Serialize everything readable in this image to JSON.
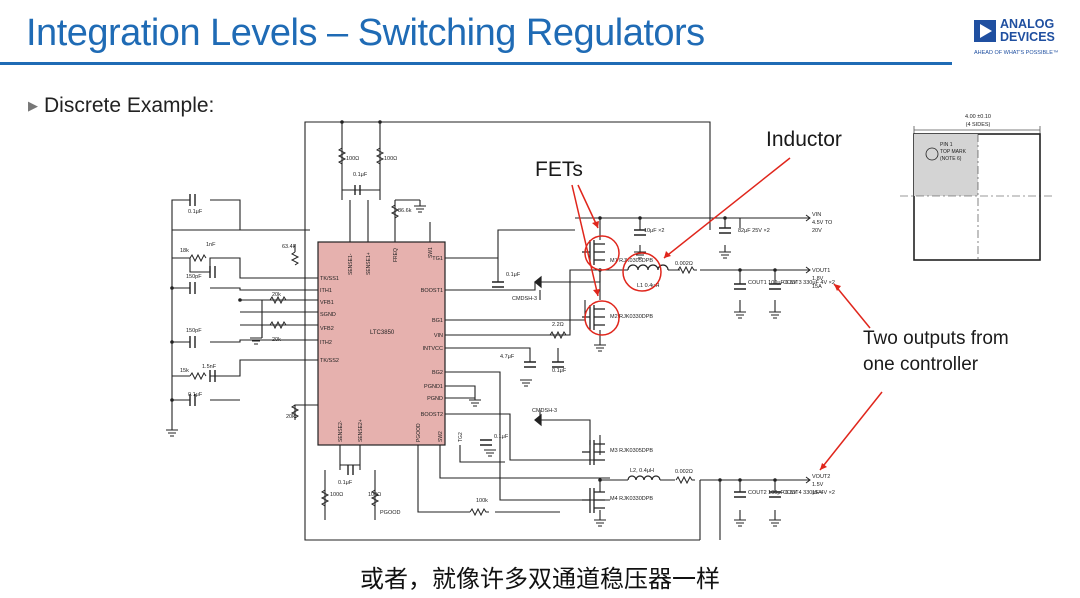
{
  "slide": {
    "title": "Integration Levels – Switching Regulators",
    "bullet": "Discrete Example:",
    "subtitle": "或者，就像许多双通道稳压器一样"
  },
  "logo": {
    "line1": "ANALOG",
    "line2": "DEVICES",
    "tagline": "AHEAD OF WHAT'S POSSIBLE™"
  },
  "callouts": {
    "fets": "FETs",
    "inductor": "Inductor",
    "outputs_line1": "Two outputs from",
    "outputs_line2": "one controller"
  },
  "colors": {
    "title": "#1f6bb5",
    "ic_fill": "#e6b1ae",
    "callout_red": "#e0261c",
    "wire": "#222222"
  },
  "schematic": {
    "ic_name": "LTC3850",
    "pins_left": [
      "TK/SS1",
      "ITH1",
      "VFB1",
      "SGND",
      "VFB2",
      "ITH2",
      "TK/SS2"
    ],
    "pins_right": [
      "TG1",
      "BOOST1",
      "BG1",
      "VIN",
      "INTVCC",
      "BG2",
      "PGND1",
      "PGND",
      "BOOST2"
    ],
    "pins_top": [
      "SENSE1-",
      "SENSE1+",
      "FREQ",
      "SW1"
    ],
    "pins_bottom": [
      "SENSE2-",
      "SENSE2+",
      "PGOOD",
      "SW2",
      "TG2"
    ],
    "passives": [
      "0.1μF",
      "18k",
      "1nF",
      "150pF",
      "20k",
      "150pF",
      "20k",
      "15k",
      "1.5nF",
      "0.1μF",
      "63.4k",
      "100Ω",
      "100Ω",
      "0.1μF",
      "86.6k",
      "0.1μF",
      "2.2Ω",
      "4.7μF",
      "0.1μF",
      "0.1μF",
      "100Ω",
      "100Ω",
      "100k",
      "20k",
      "0.1μF",
      "10μF ×2",
      "82μF 25V ×2",
      "COUT1 100μF 6.3V",
      "COUT3 330μF 4V ×2",
      "COUT2 100μF 6.3V",
      "COUT4 330μF 4V ×2"
    ],
    "diodes": [
      "CMDSH-3",
      "CMDSH-3"
    ],
    "fets": [
      "M1 RJK0305DPB",
      "M2 RJK0330DPB",
      "M3 RJK0305DPB",
      "M4 RJK0330DPB"
    ],
    "inductors": [
      "L1 0.4μH",
      "L2, 0.4μH"
    ],
    "sense_resistors": [
      "0.002Ω",
      "0.002Ω"
    ],
    "vin": [
      "VIN",
      "4.5V TO",
      "20V"
    ],
    "vout1": [
      "VOUT1",
      "1.8V",
      "15A"
    ],
    "vout2": [
      "VOUT2",
      "1.5V",
      "15A"
    ],
    "pgood": "PGOOD"
  },
  "package": {
    "dimension": "4.00 ±0.10",
    "dimension_note": "(4 SIDES)",
    "pin_label": "PIN 1",
    "top_mark": "TOP MARK",
    "note": "(NOTE 6)"
  }
}
